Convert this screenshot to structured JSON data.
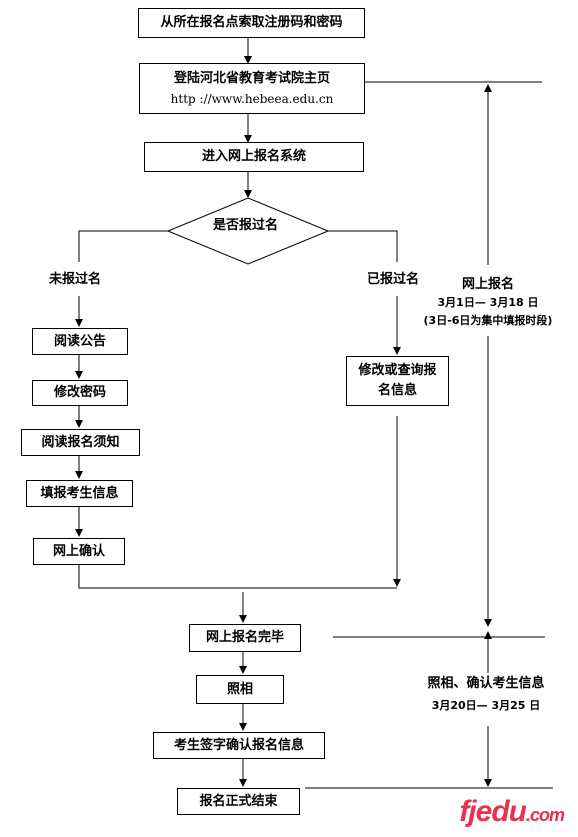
{
  "boxes": {
    "obtain_code": "从所在报名点索取注册码和密码",
    "login_title": "登陆河北省教育考试院主页",
    "login_url": "http ://www.hebeea.edu.cn",
    "enter_system": "进入网上报名系统",
    "decision": "是否报过名",
    "read_notice": "阅读公告",
    "change_password": "修改密码",
    "read_instructions": "阅读报名须知",
    "fill_info": "填报考生信息",
    "online_confirm": "网上确认",
    "modify_query_line1": "修改或查询报",
    "modify_query_line2": "名信息",
    "online_done": "网上报名完毕",
    "photo": "照相",
    "sign_confirm": "考生签字确认报名信息",
    "finish": "报名正式结束"
  },
  "branches": {
    "not_registered": "未报过名",
    "registered": "已报过名"
  },
  "timeline": {
    "online_title": "网上报名",
    "online_dates": "3月1日— 3月18 日",
    "online_note": "(3日-6日为集中填报时段)",
    "photo_title": "照相、确认考生信息",
    "photo_dates": "3月20日—   3月25 日"
  },
  "watermark": {
    "brand": "fjedu",
    "domain": ".com"
  }
}
